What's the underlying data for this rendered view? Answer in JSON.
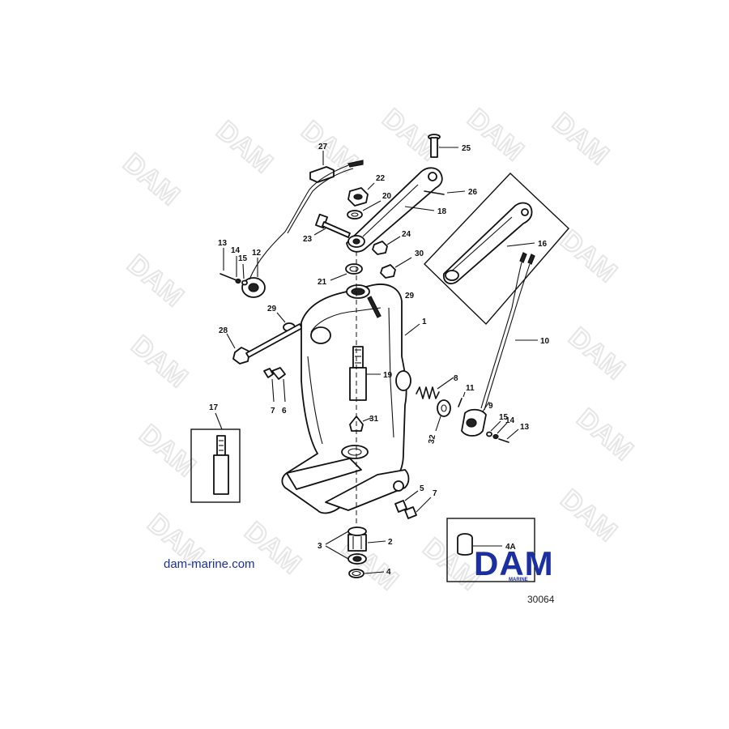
{
  "website": "dam-marine.com",
  "drawing_number": "30064",
  "logo": {
    "text": "DAM",
    "subtext": "MARINE",
    "color": "#1b2fa0"
  },
  "watermark": "DAM",
  "callouts": [
    "1",
    "2",
    "3",
    "4",
    "4A",
    "5",
    "6",
    "7",
    "7",
    "8",
    "9",
    "10",
    "11",
    "12",
    "13",
    "13",
    "14",
    "14",
    "15",
    "15",
    "16",
    "17",
    "18",
    "19",
    "20",
    "21",
    "22",
    "23",
    "24",
    "25",
    "26",
    "27",
    "28",
    "29",
    "29",
    "30",
    "31",
    "32"
  ]
}
